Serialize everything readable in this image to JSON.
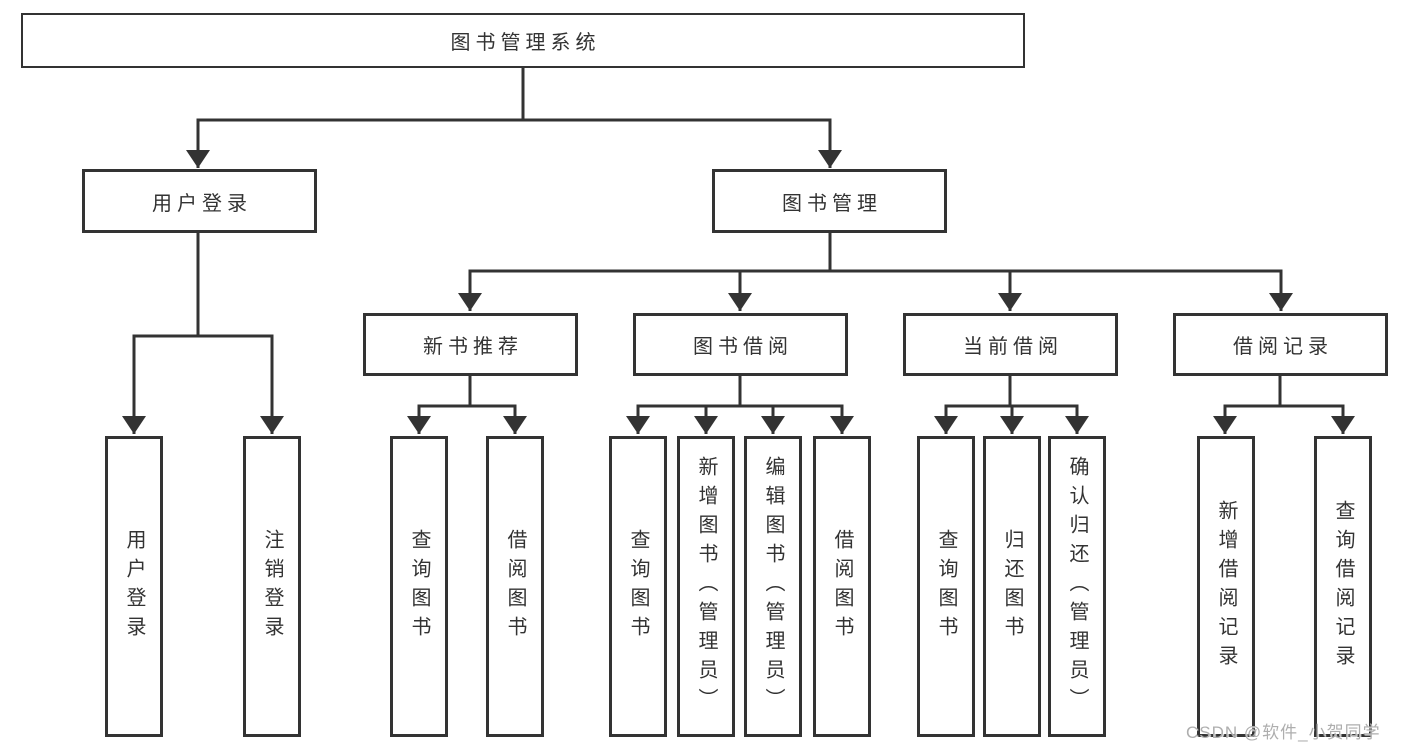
{
  "colors": {
    "line": "#333333",
    "box_border": "#333333",
    "box_background": "#ffffff",
    "text": "#333333",
    "watermark_text": "#aeaeae"
  },
  "root": {
    "label": "图书管理系统"
  },
  "branches": [
    {
      "label": "用户登录",
      "children": [
        {
          "label": "用户登录"
        },
        {
          "label": "注销登录"
        }
      ]
    },
    {
      "label": "图书管理",
      "children": [
        {
          "label": "新书推荐",
          "children": [
            {
              "label": "查询图书"
            },
            {
              "label": "借阅图书"
            }
          ]
        },
        {
          "label": "图书借阅",
          "children": [
            {
              "label": "查询图书"
            },
            {
              "label": "新增图书（管理员）"
            },
            {
              "label": "编辑图书（管理员）"
            },
            {
              "label": "借阅图书"
            }
          ]
        },
        {
          "label": "当前借阅",
          "children": [
            {
              "label": "查询图书"
            },
            {
              "label": "归还图书"
            },
            {
              "label": "确认归还（管理员）"
            }
          ]
        },
        {
          "label": "借阅记录",
          "children": [
            {
              "label": "新增借阅记录"
            },
            {
              "label": "查询借阅记录"
            }
          ]
        }
      ]
    }
  ],
  "watermark": {
    "text": "CSDN @软件_小贺同学"
  }
}
